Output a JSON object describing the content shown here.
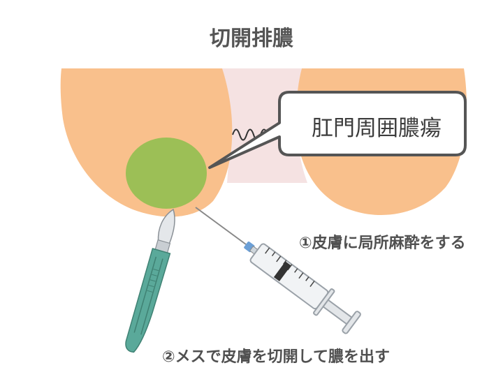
{
  "title": "切開排膿",
  "callout": {
    "label": "肛門周囲膿瘍"
  },
  "steps": [
    {
      "label": "①皮膚に局所麻酔をする"
    },
    {
      "label": "②メスで皮膚を切開して膿を出す"
    }
  ],
  "colors": {
    "skin": "#f9c08c",
    "cleft": "#f5e2e2",
    "abscess": "#9cbf56",
    "scalpel_handle": "#5aa99a",
    "callout_border": "#555555",
    "text": "#505050"
  },
  "icons": [
    "buttocks-illustration",
    "abscess-icon",
    "wavy-line-icon",
    "syringe-icon",
    "scalpel-icon"
  ]
}
